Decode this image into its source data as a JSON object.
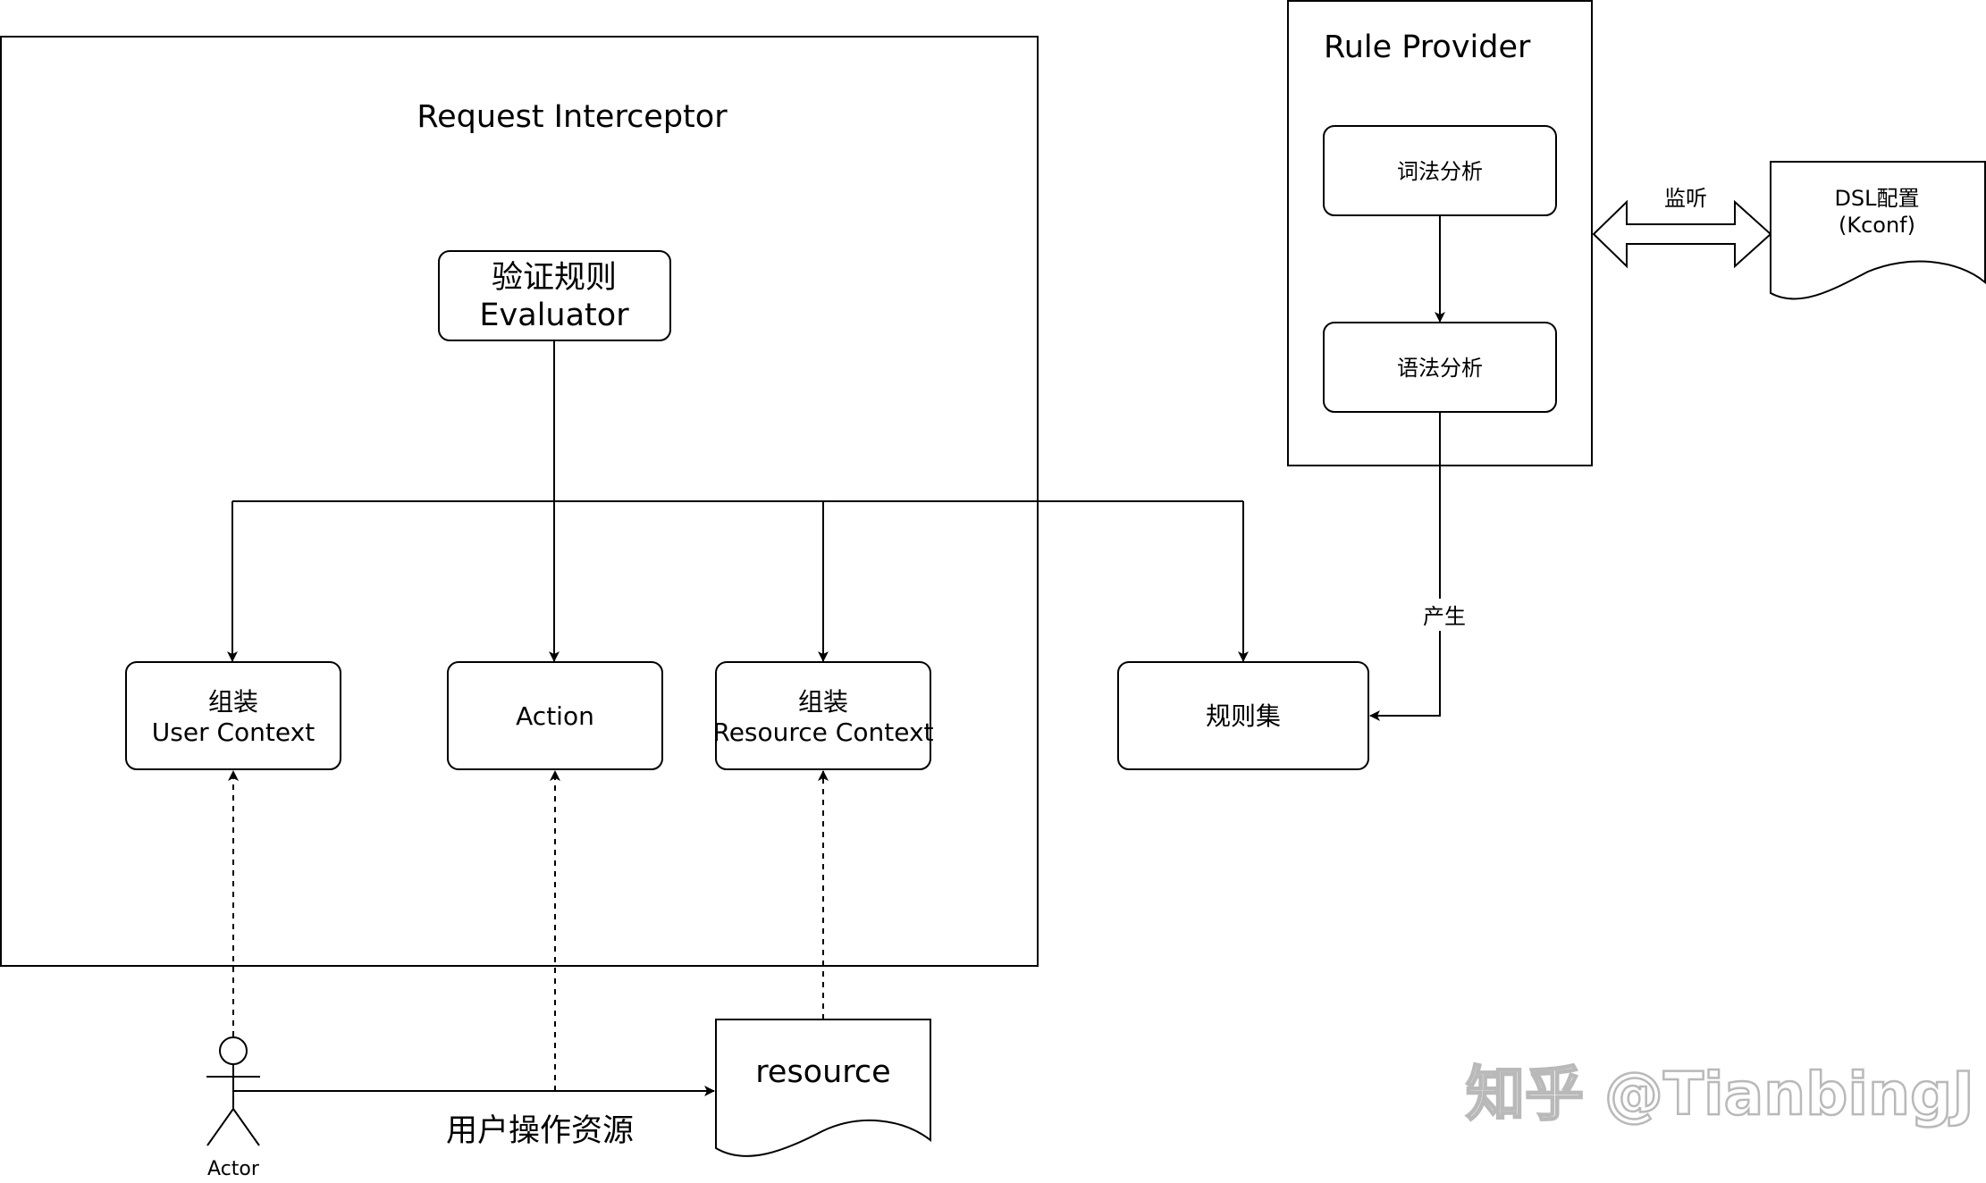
{
  "colors": {
    "stroke": "#000000",
    "background": "#ffffff",
    "watermark": "#b9b9b9"
  },
  "request_interceptor": {
    "title": "Request Interceptor",
    "evaluator": {
      "line1": "验证规则",
      "line2": "Evaluator"
    },
    "user_context": {
      "line1": "组装",
      "line2": "User Context"
    },
    "action": {
      "label": "Action"
    },
    "resource_context": {
      "line1": "组装",
      "line2": "Resource Context"
    }
  },
  "rule_set": {
    "label": "规则集"
  },
  "rule_provider": {
    "title": "Rule Provider",
    "lexical": "词法分析",
    "syntax": "语法分析"
  },
  "dsl_config": {
    "line1": "DSL配置",
    "line2": "(Kconf)"
  },
  "edge_labels": {
    "listen": "监听",
    "produce": "产生",
    "user_operates": "用户操作资源"
  },
  "actor": {
    "label": "Actor"
  },
  "resource": {
    "label": "resource"
  },
  "watermark": "知乎 @TianbingJ"
}
